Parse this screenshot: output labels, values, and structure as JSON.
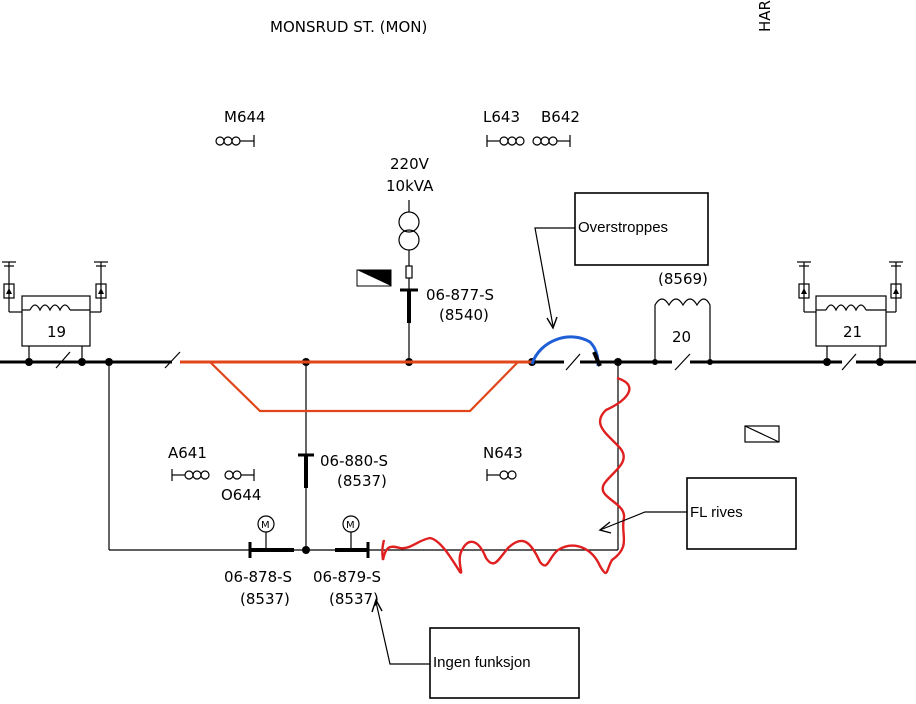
{
  "header": {
    "station": "MONSRUD ST. (MON)",
    "cut_label": "HAR"
  },
  "labels": {
    "m644": "M644",
    "l643": "L643",
    "b642": "B642",
    "voltage": "220V",
    "power": "10kVA",
    "sw877": "06-877-S",
    "sw877_code": "(8540)",
    "code8569": "(8569)",
    "a641": "A641",
    "o644": "O644",
    "n643": "N643",
    "sw880": "06-880-S",
    "sw880_code": "(8537)",
    "sw878": "06-878-S",
    "sw878_code": "(8537)",
    "sw879": "06-879-S",
    "sw879_code": "(8537)",
    "sec19": "19",
    "sec20": "20",
    "sec21": "21",
    "motor": "M"
  },
  "annotations": {
    "overstroppes": "Overstroppes",
    "fl_rives": "FL rives",
    "ingen_funksjon": "Ingen funksjon"
  },
  "colors": {
    "line": "#000000",
    "orange_markup": "#e0461a",
    "red_markup": "#e02020",
    "blue_markup": "#1f5fd6"
  }
}
